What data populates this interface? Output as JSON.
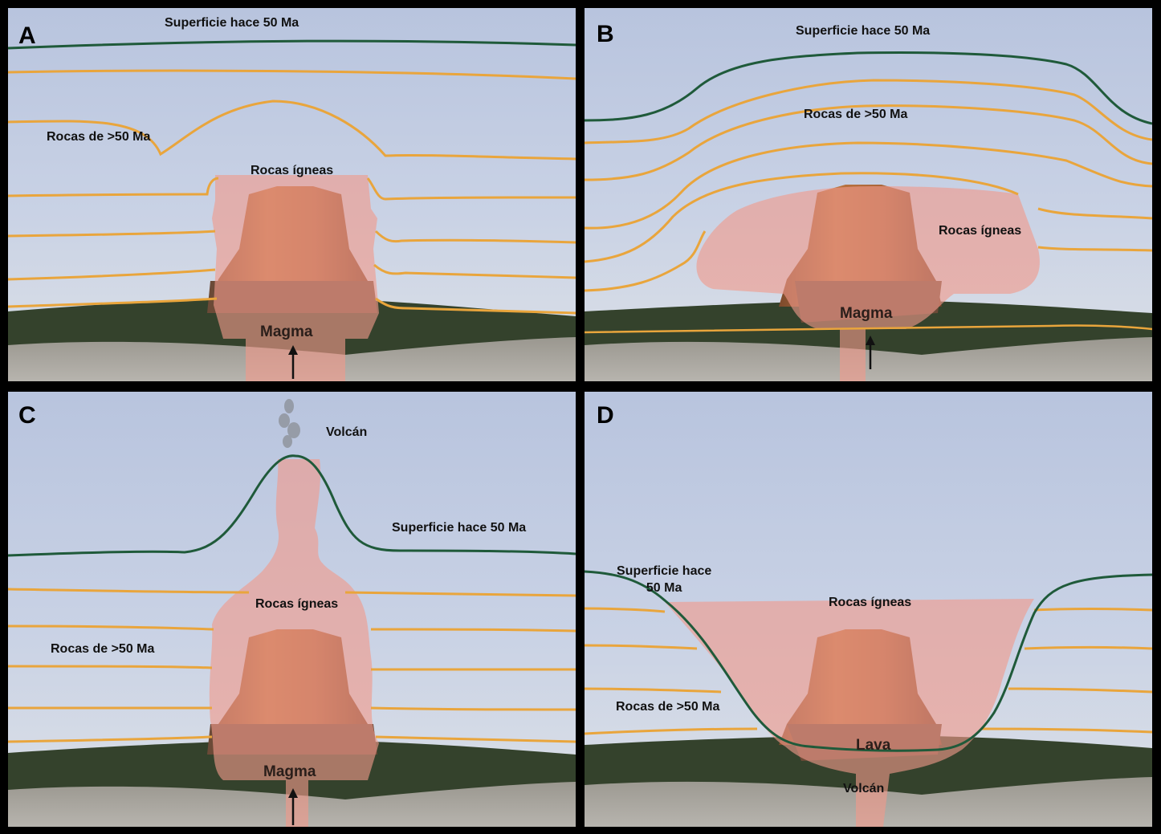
{
  "panels": {
    "a": {
      "letter": "A",
      "surface": "Superficie hace 50 Ma",
      "old_rocks": "Rocas de >50 Ma",
      "igneous": "Rocas ígneas",
      "magma": "Magma"
    },
    "b": {
      "letter": "B",
      "surface": "Superficie hace 50 Ma",
      "old_rocks": "Rocas de >50 Ma",
      "igneous": "Rocas ígneas",
      "magma": "Magma"
    },
    "c": {
      "letter": "C",
      "volcano": "Volcán",
      "surface": "Superficie hace 50 Ma",
      "igneous": "Rocas ígneas",
      "old_rocks": "Rocas de >50 Ma",
      "magma": "Magma"
    },
    "d": {
      "letter": "D",
      "surface_line1": "Superficie hace",
      "surface_line2": "50 Ma",
      "igneous": "Rocas ígneas",
      "old_rocks": "Rocas de >50 Ma",
      "lava": "Lava",
      "volcano": "Volcán"
    }
  },
  "colors": {
    "sky_top": "#b9c5de",
    "sky_bottom": "#d9dfe7",
    "surface_line": "#1f5a3a",
    "rock_layer": "#e9a53c",
    "igneous": "#f19a8a",
    "tower": "#a8643a",
    "forest": "#33412c",
    "ground": "#a7a49e"
  }
}
